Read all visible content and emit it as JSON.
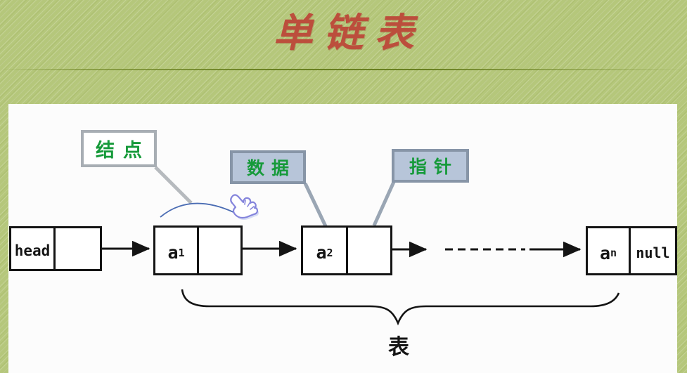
{
  "slide": {
    "title": "单链表"
  },
  "callouts": {
    "node": {
      "label": "结点"
    },
    "data": {
      "label": "数据"
    },
    "pointer": {
      "label": "指针"
    }
  },
  "linked_list": {
    "head": {
      "data": "head"
    },
    "node1": {
      "data_base": "a",
      "data_sub": "1"
    },
    "node2": {
      "data_base": "a",
      "data_sub": "2"
    },
    "node_last": {
      "data_base": "a",
      "data_sub": "n",
      "pointer": "null"
    }
  },
  "annotations": {
    "list_label": "表"
  },
  "icons": {
    "hand_cursor": "pointing-hand-cursor"
  },
  "colors": {
    "background_olive": "#b5c77b",
    "title_red": "#bc4e3c",
    "label_green": "#169a3a",
    "callout_fill_blue": "#b7c5d9",
    "callout_border_gray": "#8795a7",
    "node_callout_border": "#a8aeb4",
    "line_black": "#141414",
    "leader_gray": "#9aa6b4",
    "arc_blue": "#4a6cb3",
    "cursor_outline": "#8585dc",
    "panel_white": "#fcfcfc"
  }
}
